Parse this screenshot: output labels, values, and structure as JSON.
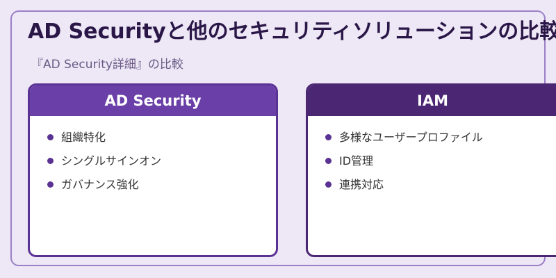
{
  "title": "AD Securityと他のセキュリティソリューションの比較",
  "subtitle": "『AD Security詳細』の比較",
  "colors": {
    "background": "#ede7f6",
    "frame_border": "#9a7fc6",
    "left_header": "#6a40a8",
    "right_header": "#4a2673",
    "bullet": "#5a3294"
  },
  "cards": [
    {
      "header": "AD Security",
      "items": [
        "組織特化",
        "シングルサインオン",
        "ガバナンス強化"
      ]
    },
    {
      "header": "IAM",
      "items": [
        "多様なユーザープロファイル",
        "ID管理",
        "連携対応"
      ]
    }
  ]
}
